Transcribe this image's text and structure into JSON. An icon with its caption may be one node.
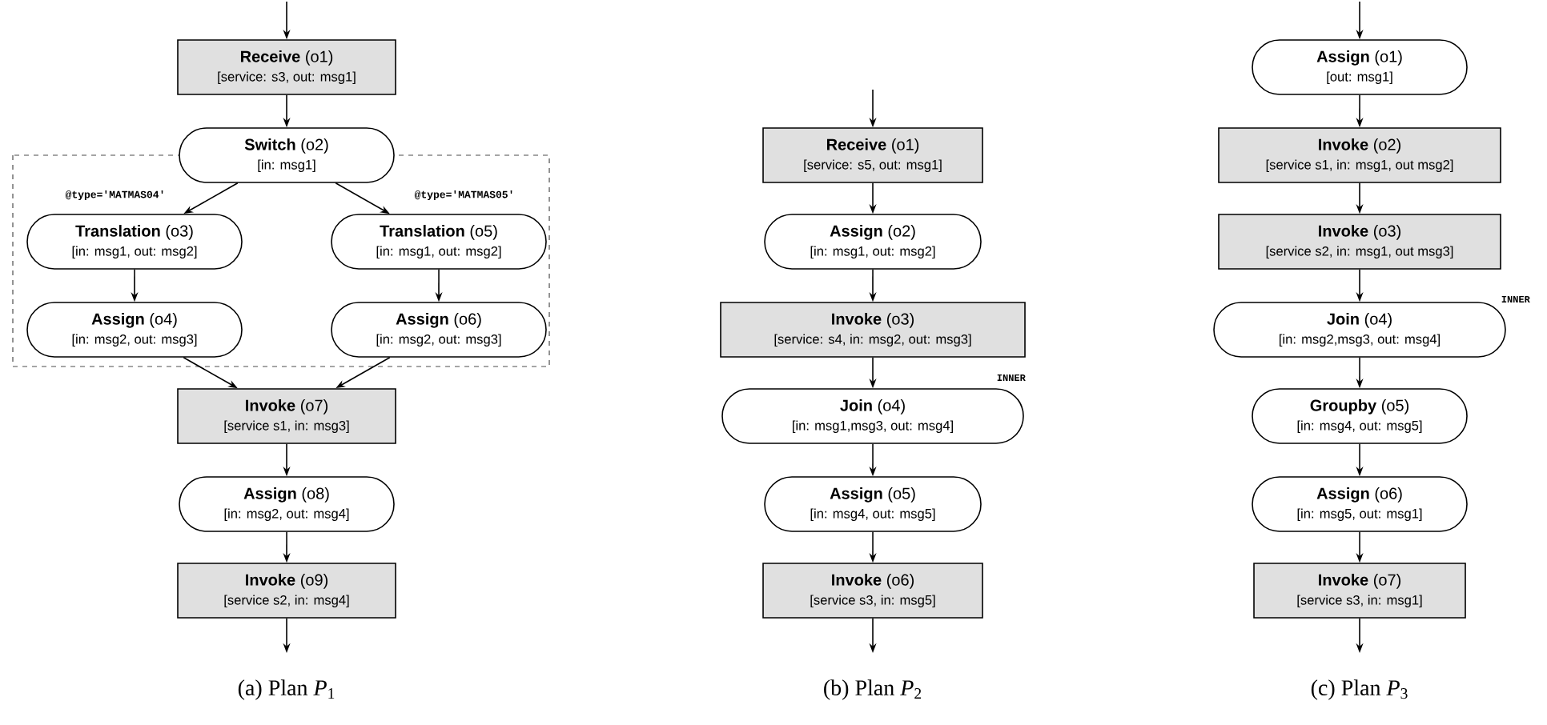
{
  "diagram": {
    "nodes": [
      {
        "text": [
          "**Receive** (o1)",
          "[service: s3, out: msg1]"
        ]
      },
      {
        "text": [
          "**Switch** (o2)",
          "[in: msg1]"
        ]
      },
      {
        "text": [
          "**Translation** (o3)",
          "[in: msg1, out: msg2]"
        ]
      },
      {
        "text": [
          "**Assign** (o4)",
          "[in: msg2, out: msg3]"
        ]
      },
      {
        "text": [
          "**Translation** (o5)",
          "[in: msg1, out: msg2]"
        ]
      },
      {
        "text": [
          "**Assign** (o6)",
          "[in: msg2, out: msg3]"
        ]
      },
      {
        "text": [
          "**Invoke** (o7)",
          "[service s1, in: msg3]"
        ]
      },
      {
        "text": [
          "**Assign** (o8)",
          "[in: msg2, out: msg4]"
        ]
      },
      {
        "text": [
          "**Invoke** (o9)",
          "[service s2, in: msg4]"
        ]
      },
      {
        "text": [
          "**Receive** (o1)",
          "[service: s5, out: msg1]"
        ]
      },
      {
        "text": [
          "**Assign** (o2)",
          "[in: msg1, out: msg2]"
        ]
      },
      {
        "text": [
          "**Invoke** (o3)",
          "[service: s4, in: msg2, out: msg3]"
        ]
      },
      {
        "text": [
          "**Join** (o4)",
          "[in: msg1,msg3, out: msg4]"
        ],
        "beside": [
          "INNER"
        ]
      },
      {
        "text": [
          "**Assign** (o5)",
          "[in: msg4, out: msg5]"
        ]
      },
      {
        "text": [
          "**Invoke** (o6)",
          "[service s3, in: msg5]"
        ]
      },
      {
        "text": [
          "**Assign** (o1)",
          "[out: msg1]"
        ]
      },
      {
        "text": [
          "**Invoke** (o2)",
          "[service s1, in: msg1, out msg2]"
        ]
      },
      {
        "text": [
          "**Invoke** (o3)",
          "[service s2, in: msg1, out msg3]"
        ]
      },
      {
        "text": [
          "**Join** (o4)",
          "[in: msg2,msg3, out: msg4]"
        ],
        "beside": [
          "INNER"
        ]
      },
      {
        "text": [
          "**Groupby** (o5)",
          "[in: msg4, out: msg5]"
        ]
      },
      {
        "text": [
          "**Assign** (o6)",
          "[in: msg5, out: msg1]"
        ]
      },
      {
        "text": [
          "**Invoke** (o7)",
          "[service s3, in: msg1]"
        ]
      }
    ],
    "edges": [
      {
        "from": null,
        "to": 0,
        "arrow": "to"
      },
      {
        "from": 0,
        "to": 1,
        "arrow": "to"
      },
      {
        "from": 1,
        "to": 2,
        "arrow": "to",
        "label": "@type='MATMAS04'"
      },
      {
        "from": 1,
        "to": 4,
        "arrow": "to",
        "label": "@type='MATMAS05'"
      },
      {
        "from": 2,
        "to": 3,
        "arrow": "to"
      },
      {
        "from": 4,
        "to": 5,
        "arrow": "to"
      },
      {
        "from": 3,
        "to": 6,
        "arrow": "to"
      },
      {
        "from": 5,
        "to": 6,
        "arrow": "to"
      },
      {
        "from": 6,
        "to": 7,
        "arrow": "to"
      },
      {
        "from": 7,
        "to": 8,
        "arrow": "to"
      },
      {
        "from": 8,
        "to": null,
        "arrow": "to"
      },
      {
        "from": null,
        "to": 9,
        "arrow": "to"
      },
      {
        "from": 9,
        "to": 10,
        "arrow": "to"
      },
      {
        "from": 10,
        "to": 11,
        "arrow": "to"
      },
      {
        "from": 11,
        "to": 12,
        "arrow": "to"
      },
      {
        "from": 12,
        "to": 13,
        "arrow": "to"
      },
      {
        "from": 13,
        "to": 14,
        "arrow": "to"
      },
      {
        "from": 14,
        "to": null,
        "arrow": "to"
      },
      {
        "from": null,
        "to": 15,
        "arrow": "to"
      },
      {
        "from": 15,
        "to": 16,
        "arrow": "to"
      },
      {
        "from": 16,
        "to": 17,
        "arrow": "to"
      },
      {
        "from": 17,
        "to": 18,
        "arrow": "to"
      },
      {
        "from": 18,
        "to": 19,
        "arrow": "to"
      },
      {
        "from": 19,
        "to": 20,
        "arrow": "to"
      },
      {
        "from": 20,
        "to": 21,
        "arrow": "to"
      },
      {
        "from": 21,
        "to": null,
        "arrow": "to"
      }
    ],
    "labels": [
      "(a) Plan *P*$_{1}$",
      "(b) Plan *P*$_{2}$",
      "(c) Plan *P*$_{3}$"
    ]
  }
}
